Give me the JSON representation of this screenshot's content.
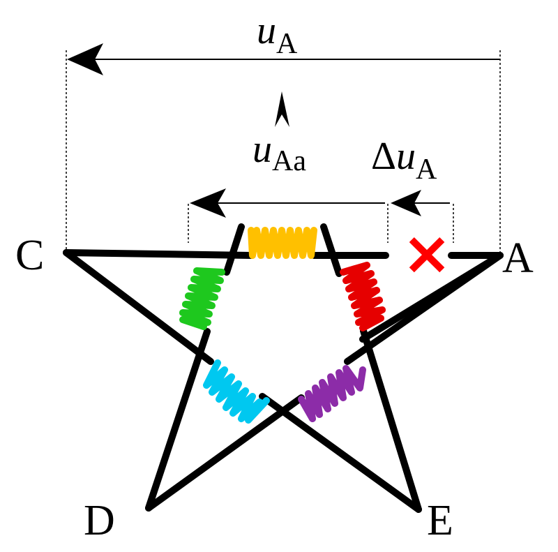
{
  "labels": {
    "node_c": "C",
    "node_a": "A",
    "node_d": "D",
    "node_e": "E",
    "uA_var": "u",
    "uA_sub": "A",
    "uAa_var": "u",
    "uAa_sub": "Aa",
    "duA_delta": "Δ",
    "duA_var": "u",
    "duA_sub": "A"
  },
  "coils": {
    "yellow": {
      "color": "#ffc000"
    },
    "red": {
      "color": "#e60000"
    },
    "green": {
      "color": "#1ec81e"
    },
    "cyan": {
      "color": "#00c8f0"
    },
    "purple": {
      "color": "#8c2ca8"
    }
  },
  "fault_mark": {
    "symbol": "×",
    "color": "#ff0000"
  }
}
